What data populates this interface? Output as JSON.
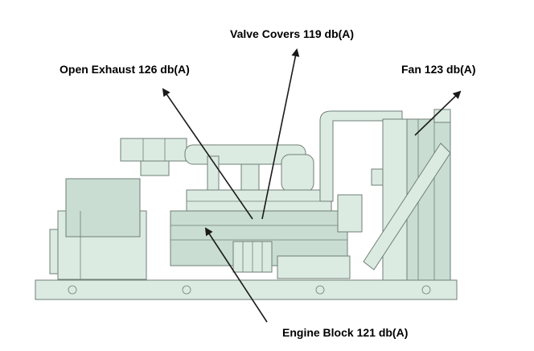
{
  "callouts": {
    "valve_covers": "Valve Covers 119 db(A)",
    "open_exhaust": "Open Exhaust 126 db(A)",
    "fan": "Fan 123 db(A)",
    "engine_block": "Engine Block 121 db(A)"
  },
  "colors": {
    "equipment_fill": "#dcebe2",
    "equipment_stroke": "#6f7f77",
    "arrow": "#1a1a1a"
  }
}
